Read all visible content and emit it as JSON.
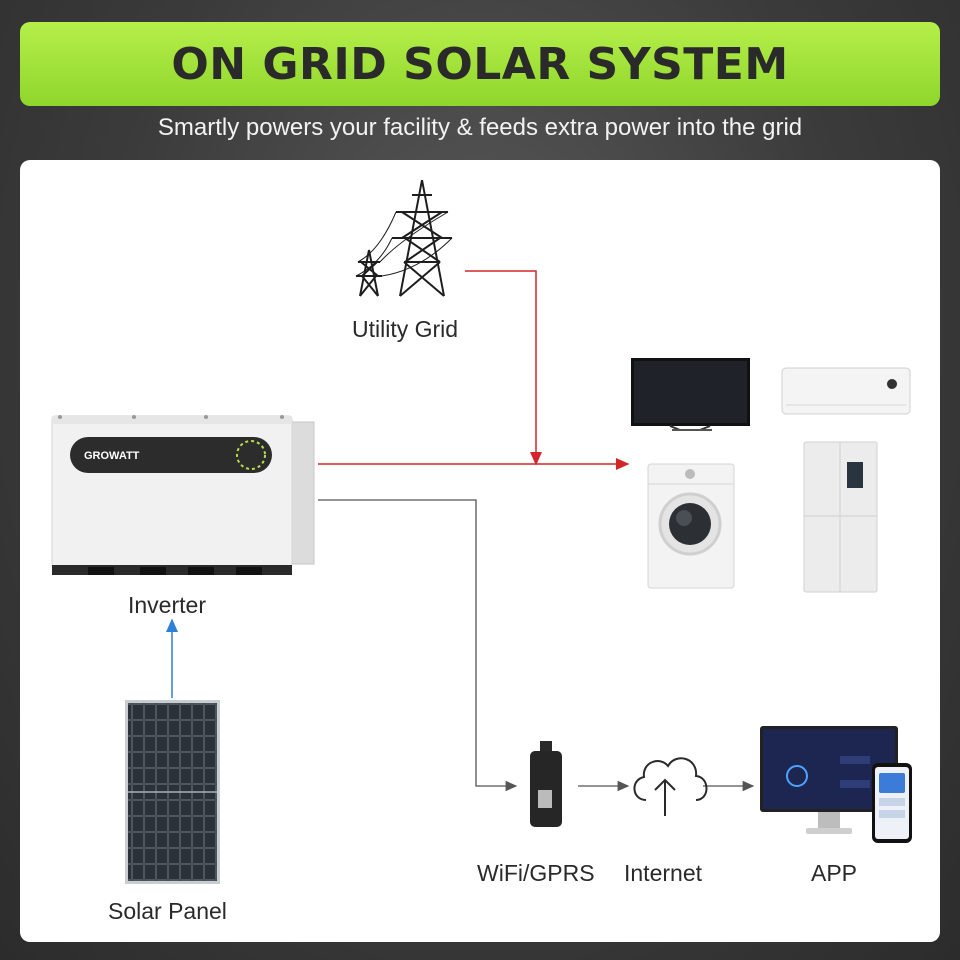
{
  "header": {
    "title": "ON GRID SOLAR SYSTEM",
    "subtitle": "Smartly powers your facility & feeds extra power into the grid"
  },
  "nodes": {
    "utility_grid": {
      "label": "Utility Grid"
    },
    "inverter": {
      "label": "Inverter",
      "brand": "GROWATT"
    },
    "solar_panel": {
      "label": "Solar Panel"
    },
    "wifi_gprs": {
      "label": "WiFi/GPRS"
    },
    "internet": {
      "label": "Internet"
    },
    "app": {
      "label": "APP"
    }
  },
  "appliances": [
    "tv-icon",
    "air-conditioner-icon",
    "washing-machine-icon",
    "refrigerator-icon"
  ],
  "colors": {
    "banner_green": "#9be034",
    "ac_line_red": "#d4262a",
    "dc_line_blue": "#2e7fd6",
    "data_line_gray": "#555555"
  }
}
